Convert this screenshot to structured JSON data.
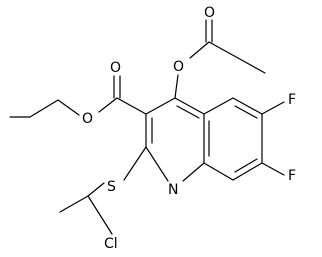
{
  "atoms": {
    "O_acetyl_carbonyl": "O",
    "O_acetoxy": "O",
    "O_ester_carbonyl": "O",
    "O_ester": "O",
    "F_6": "F",
    "F_7": "F",
    "N_ring": "N",
    "S_thioether": "S",
    "Cl": "Cl"
  }
}
